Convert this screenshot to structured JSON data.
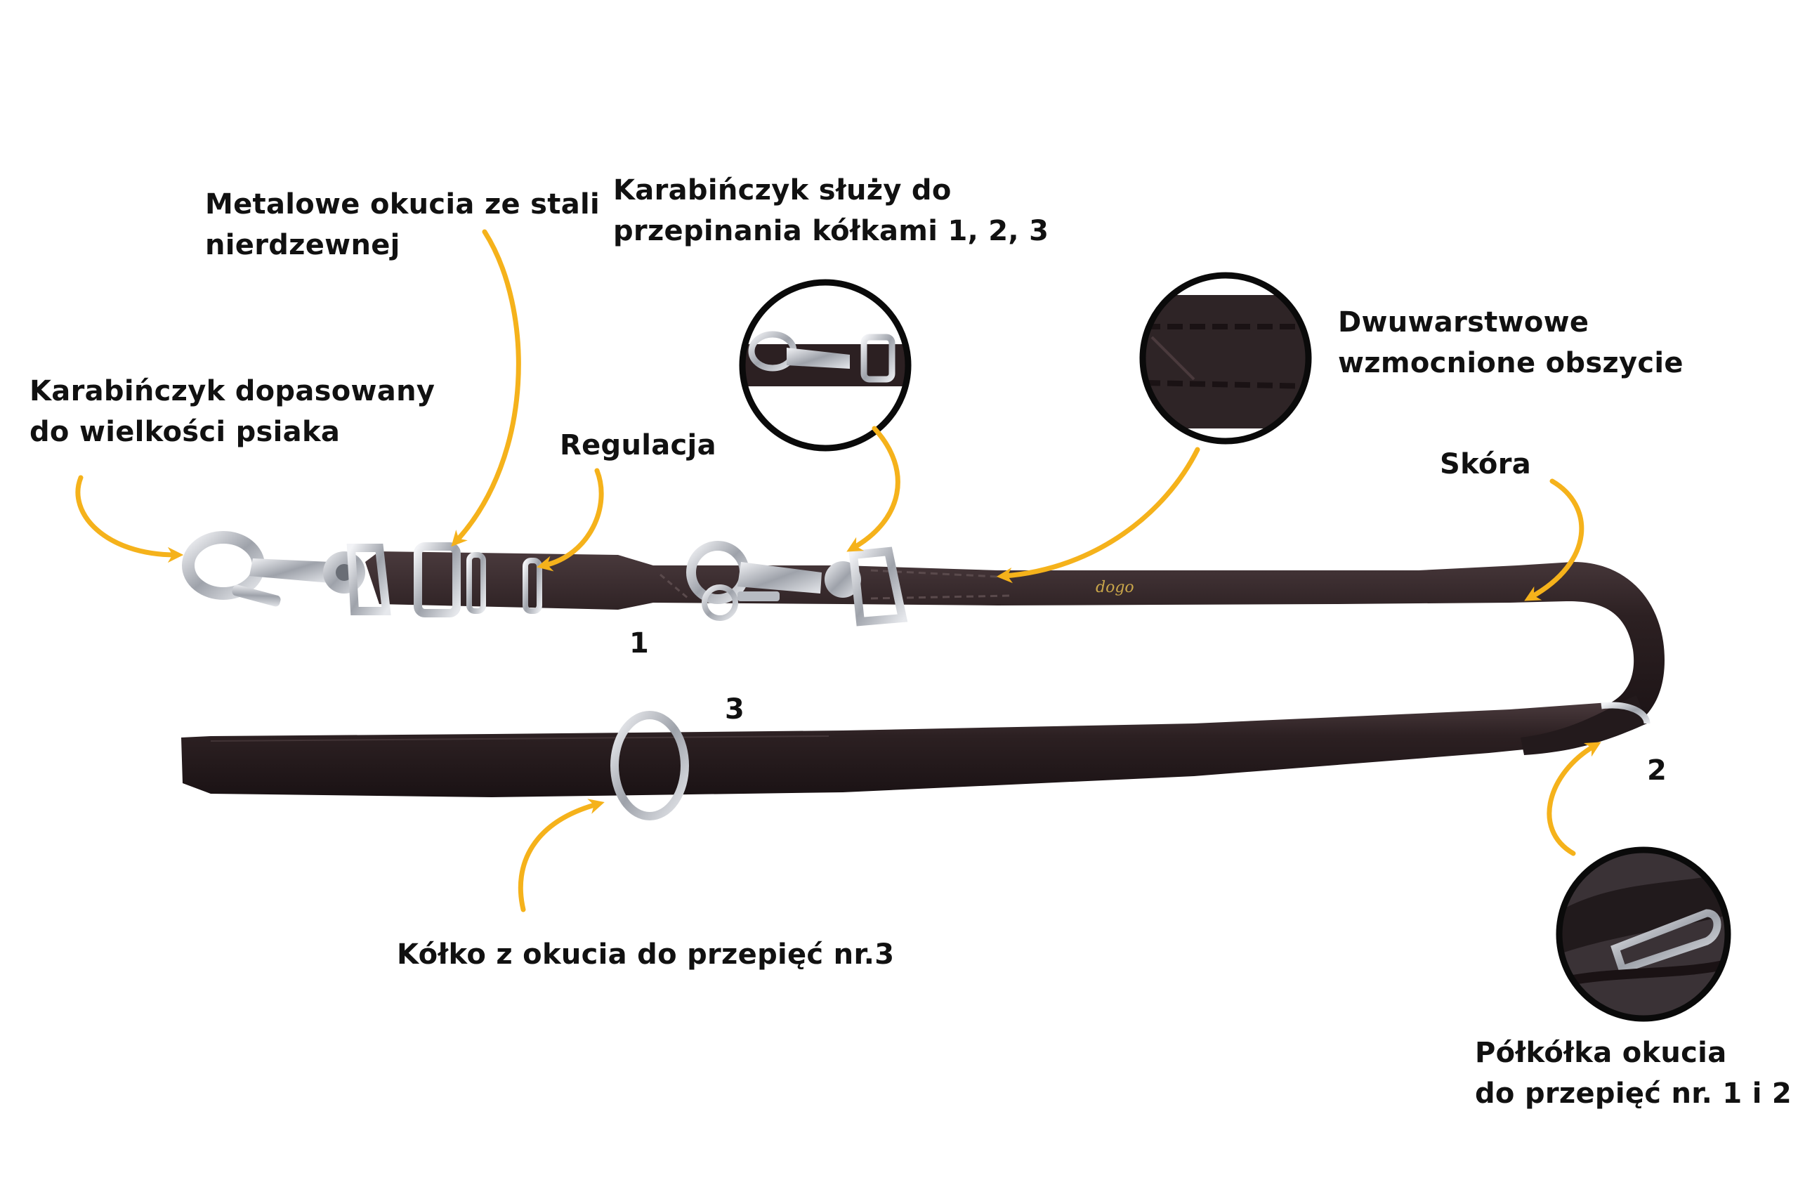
{
  "labels": {
    "metal_fittings": [
      "Metalowe okucia ze stali",
      "nierdzewnej"
    ],
    "small_snap": [
      "Karabińczyk dopasowany",
      "do wielkości psiaka"
    ],
    "adjustment": [
      "Regulacja"
    ],
    "snap_function": [
      "Karabińczyk służy do",
      "przepinania kółkami 1, 2, 3"
    ],
    "stitching": [
      "Dwuwarstwowe",
      "wzmocnione obszycie"
    ],
    "leather": [
      "Skóra"
    ],
    "ring_3": [
      "Kółko z okucia do przepięć nr.3"
    ],
    "half_rings": [
      "Półkółka okucia",
      "do przepięć nr. 1 i 2"
    ]
  },
  "ring_numbers": {
    "one": "1",
    "two": "2",
    "three": "3"
  },
  "brand_logo_text": "dogo",
  "colors": {
    "arrow": "#F5B21B",
    "leather": "#2C2022",
    "leather_highlight": "#4A3A3D",
    "metal": "#C9CCD2",
    "text": "#111111",
    "circle_border": "#0A0A0A"
  },
  "icons": {
    "arrows": "curved-arrow-icon",
    "zoom_circles": "magnifier-detail-icon",
    "snap_hook": "snap-hook-icon",
    "ring": "o-ring-icon",
    "buckle": "buckle-icon"
  }
}
